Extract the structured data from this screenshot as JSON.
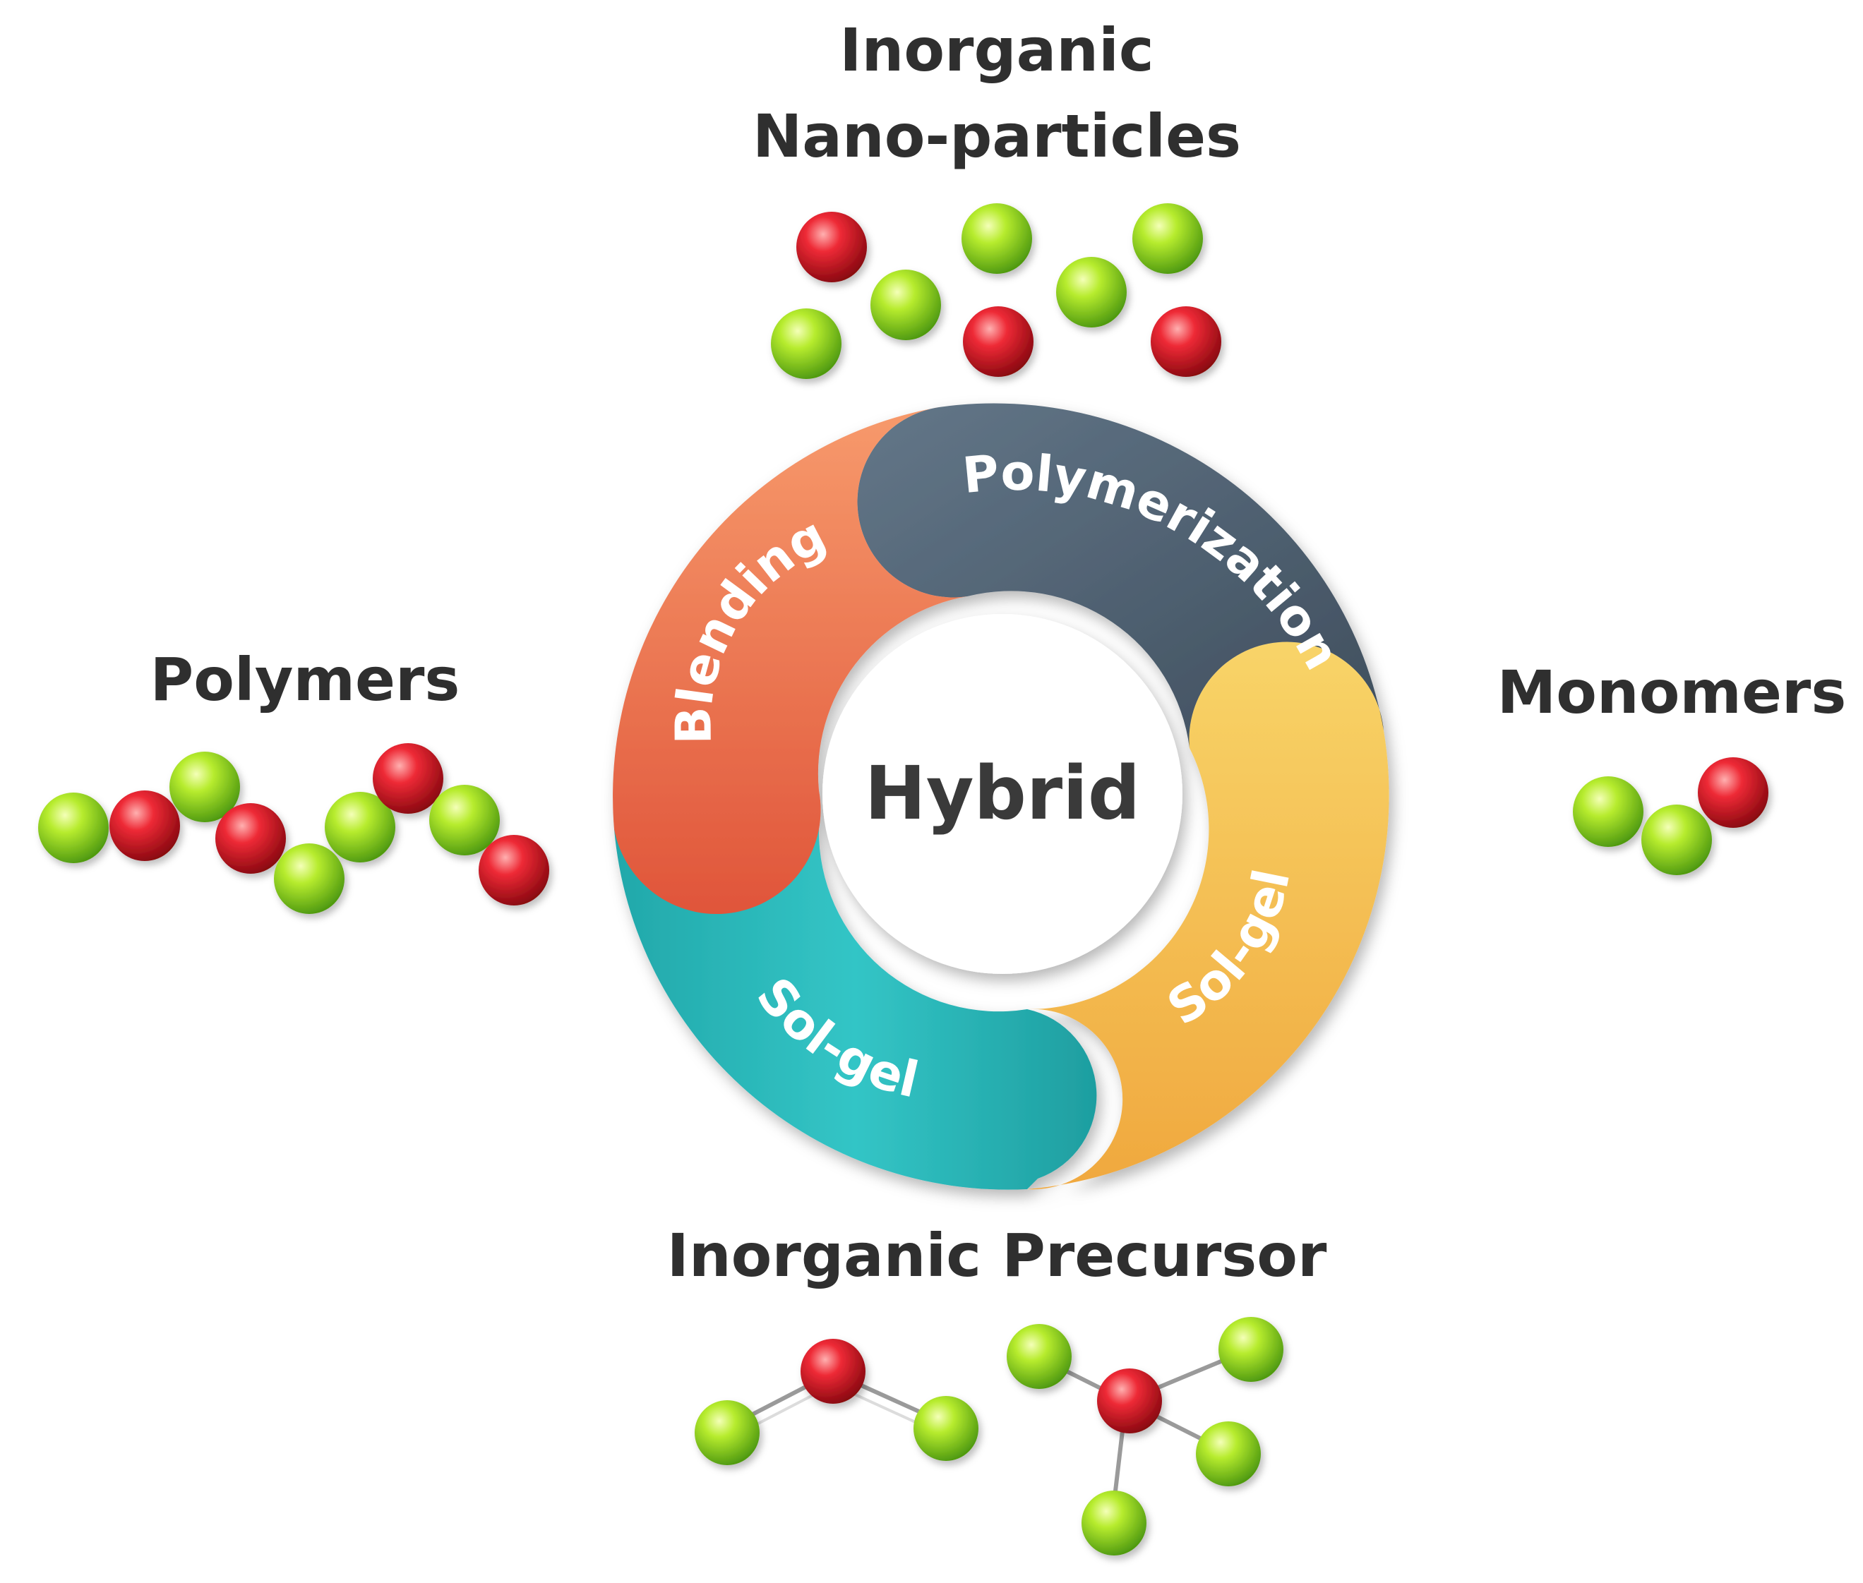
{
  "title_top_line1": "Inorganic",
  "title_top_line2": "Nano-particles",
  "label_left": "Polymers",
  "label_right": "Monomers",
  "label_bottom": "Inorganic Precursor",
  "center_label": "Hybrid",
  "ring_segments": [
    {
      "label": "Blending",
      "color_light": "#f79a6c",
      "color_dark": "#e0553a"
    },
    {
      "label": "Polymerization",
      "color_light": "#5f7286",
      "color_dark": "#3e4d5c"
    },
    {
      "label": "Sol-gel",
      "color_light": "#f8d468",
      "color_dark": "#f0a83e"
    },
    {
      "label": "Sol-gel",
      "color_light": "#33c5c6",
      "color_dark": "#1e9ea0"
    }
  ],
  "colors": {
    "green_particle": "#8fdc1f",
    "red_particle": "#e02030",
    "text": "#2f2f2f"
  }
}
